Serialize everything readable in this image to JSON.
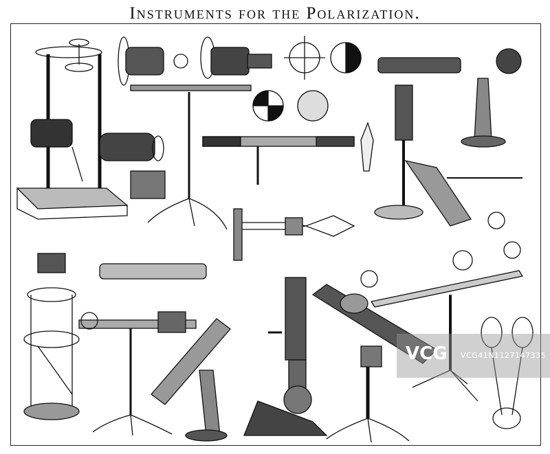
{
  "title": "Instruments for the Polarization.",
  "watermark": {
    "logo_text": "VCG",
    "id_text": "VCG41N1127147335"
  },
  "colors": {
    "ink": "#111111",
    "paper": "#ffffff",
    "watermark_gray": "#969696"
  },
  "figures": [
    "nörrenberg-polarization-apparatus",
    "projection-polariscope-on-tripod",
    "polarization-interference-diagrams",
    "polarizing-optical-bench",
    "saccharimeter-tube",
    "polarizing-microscope",
    "tourmaline-tongs",
    "tripod-stand-instrument"
  ]
}
